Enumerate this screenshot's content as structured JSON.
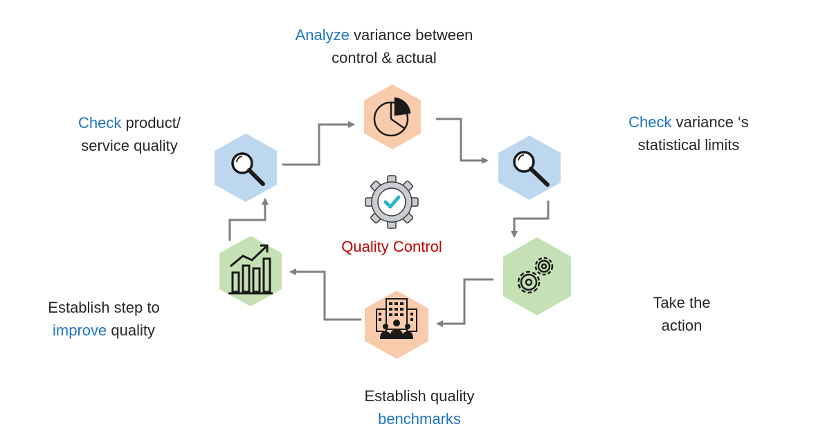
{
  "center": {
    "title": "Quality Control"
  },
  "colors": {
    "blue_hex": "#bdd7ee",
    "orange_hex": "#f8cbad",
    "green_hex": "#c5e0b4",
    "arrow": "#7f7f7f",
    "accent_text": "#1f73c3",
    "title_text": "#c00000"
  },
  "steps": [
    {
      "id": "analyze",
      "icon": "pie-chart-icon",
      "line1_hl": "Analyze",
      "line1_rest": " variance between",
      "line2": "control & actual"
    },
    {
      "id": "check-variance",
      "icon": "magnifier-icon",
      "line1_hl": "Check",
      "line1_rest": " variance ‘s",
      "line2": "statistical limits"
    },
    {
      "id": "take-action",
      "icon": "gears-icon",
      "line1": "Take the",
      "line2": "action"
    },
    {
      "id": "benchmarks",
      "icon": "office-team-icon",
      "line1": "Establish quality",
      "line2_hl": "benchmarks"
    },
    {
      "id": "improve",
      "icon": "growth-chart-icon",
      "line1": "Establish step to",
      "line2_hl": "improve",
      "line2_rest": " quality"
    },
    {
      "id": "check-quality",
      "icon": "magnifier-icon",
      "line1_hl": "Check",
      "line1_rest": " product/",
      "line2": "service quality"
    }
  ]
}
